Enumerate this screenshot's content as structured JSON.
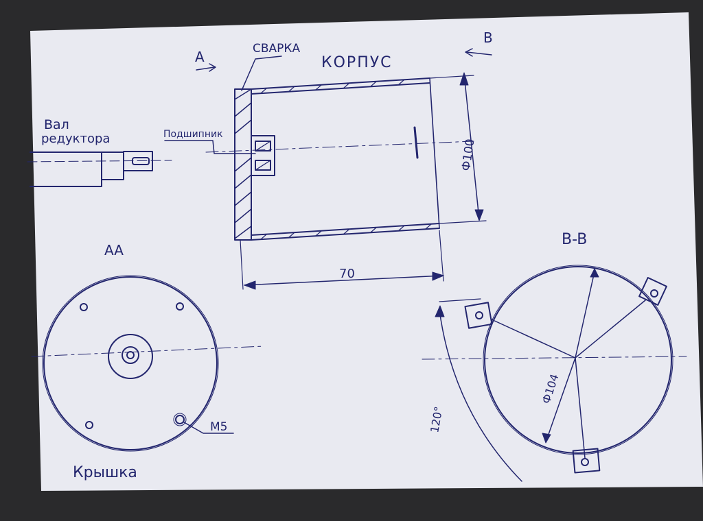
{
  "labels": {
    "view_a": "A",
    "view_b": "B",
    "weld": "СВАРКА",
    "housing": "КОРПУС",
    "shaft_line1": "Вал",
    "shaft_line2": "редуктора",
    "bearing": "Подшипник",
    "dia_100": "Ф100",
    "len_70": "70",
    "section_aa": "AA",
    "section_bb": "B-B",
    "dia_104": "Ф104",
    "angle_120": "120°",
    "thread_m5": "M5",
    "cover": "Крышка"
  },
  "colors": {
    "paper": "#e9eaf1",
    "ink": "#23266e",
    "background": "#2a2a2c"
  }
}
